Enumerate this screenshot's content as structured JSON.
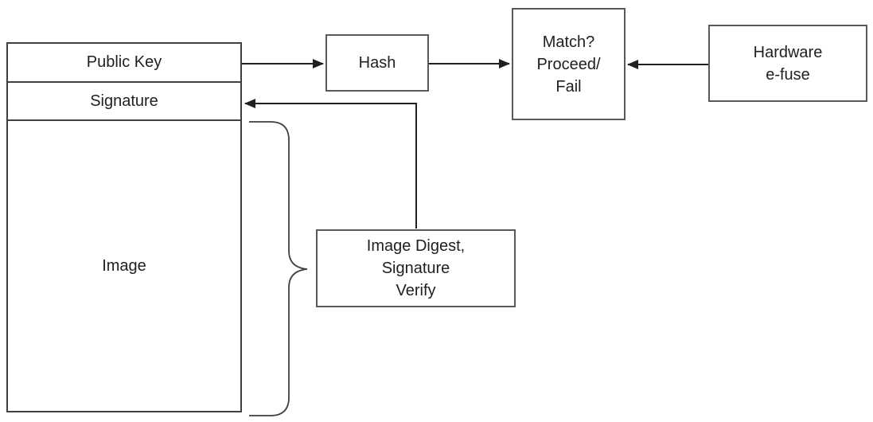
{
  "diagram": {
    "description": "Secure boot image signature verification flow",
    "background": "#ffffff",
    "colors": {
      "box_border": "#595959",
      "stack_border": "#3f3f3f",
      "connector": "#1f1f1f",
      "text": "#1f1f1f"
    },
    "stack": {
      "segments": [
        {
          "id": "public-key",
          "label": "Public Key"
        },
        {
          "id": "signature",
          "label": "Signature"
        },
        {
          "id": "image",
          "label": "Image"
        }
      ]
    },
    "nodes": {
      "hash": {
        "label": "Hash"
      },
      "match": {
        "lines": [
          "Match?",
          "Proceed/",
          "Fail"
        ]
      },
      "hardware_efuse": {
        "lines": [
          "Hardware",
          "e-fuse"
        ]
      },
      "image_digest": {
        "lines": [
          "Image Digest,",
          "Signature",
          "Verify"
        ]
      }
    },
    "edges": [
      {
        "from": "public-key",
        "to": "hash",
        "type": "arrow"
      },
      {
        "from": "hash",
        "to": "match",
        "type": "arrow"
      },
      {
        "from": "hardware-e-fuse",
        "to": "match",
        "type": "arrow"
      },
      {
        "from": "image-digest-signature-verify",
        "to": "signature",
        "type": "arrow"
      },
      {
        "from": "image",
        "to": "image-digest-signature-verify",
        "type": "brace"
      }
    ]
  }
}
